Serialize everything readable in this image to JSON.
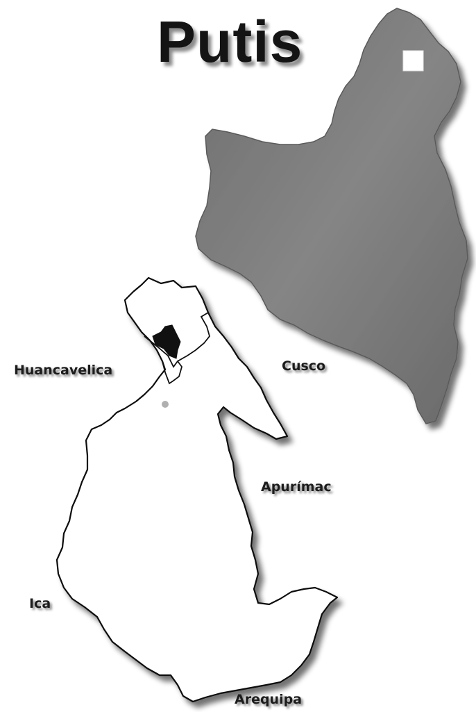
{
  "map": {
    "title": "Putis",
    "labels": {
      "huancavelica": "Huancavelica",
      "cusco": "Cusco",
      "apurimac": "Apurímac",
      "ica": "Ica",
      "arequipa": "Arequipa"
    }
  },
  "colors": {
    "background": "#ffffff",
    "department_fill": "#ffffff",
    "border": "#111111",
    "inset_fill": "#7a7a7a",
    "highlight": "#111111",
    "locator_marker": "#ffffff",
    "town_dot": "#b0b0b0"
  }
}
